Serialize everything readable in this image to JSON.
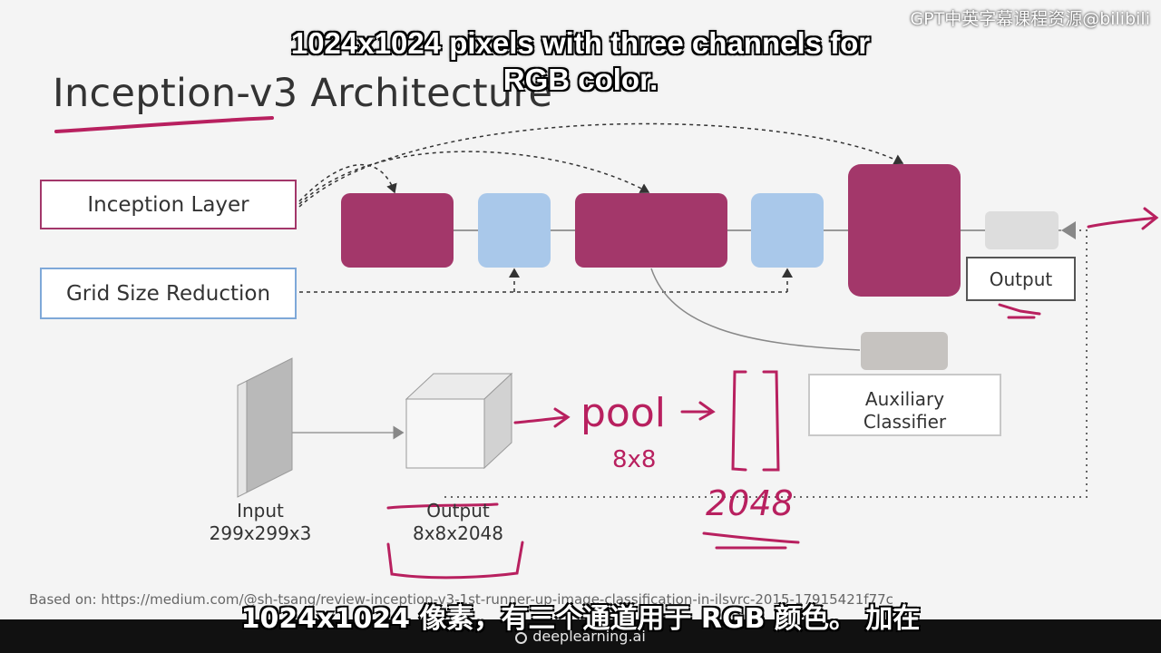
{
  "slide": {
    "title": "Inception-v3 Architecture",
    "legend": {
      "inception_layer": "Inception Layer",
      "grid_size_reduction": "Grid Size Reduction"
    },
    "output_label": "Output",
    "aux_classifier": [
      "Auxiliary",
      "Classifier"
    ],
    "input_label": [
      "Input",
      "299x299x3"
    ],
    "output_tensor_label": [
      "Output",
      "8x8x2048"
    ],
    "source": "Based on: https://medium.com/@sh-tsang/review-inception-v3-1st-runner-up-image-classification-in-ilsvrc-2015-17915421f77c"
  },
  "handwriting": {
    "pool": "pool",
    "size": "8x8",
    "count": "2048"
  },
  "subtitles": {
    "english": [
      "1024x1024 pixels with three channels for",
      "RGB color."
    ],
    "chinese": "1024x1024 像素，有三个通道用于 RGB 颜色。 加在"
  },
  "watermark": "GPT中英字幕课程资源@bilibili",
  "brand": "deeplearning.ai",
  "colors": {
    "inception": "#a3376a",
    "reduction": "#a9c8ea",
    "ink": "#b8205f"
  }
}
